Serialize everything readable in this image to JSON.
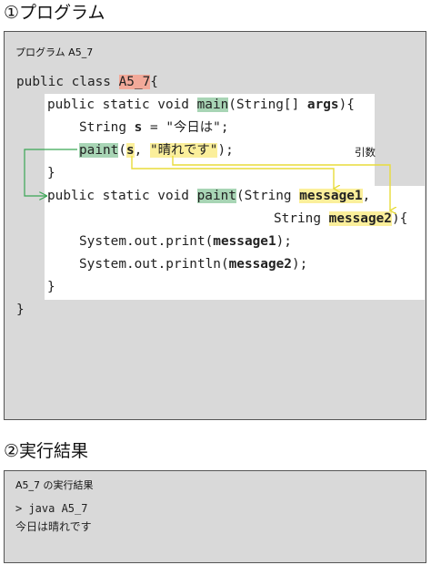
{
  "section1": {
    "heading": "①プログラム",
    "caption": "プログラム A5_7",
    "lines": {
      "l1": [
        "public class ",
        "A5_7",
        "{"
      ],
      "l2": [
        "public static void ",
        "main",
        "(String[] ",
        "args",
        "){"
      ],
      "l3": [
        "String ",
        "s",
        " = \"今日は\";"
      ],
      "l4": [
        "paint",
        "(",
        "s",
        ", ",
        "\"晴れです\"",
        ");"
      ],
      "l5": "}",
      "l6": [
        "public static void ",
        "paint",
        "(String ",
        "message1",
        ","
      ],
      "l7": [
        "String ",
        "message2",
        "){"
      ],
      "l8": [
        "System.out.print(",
        "message1",
        ");"
      ],
      "l9": [
        "System.out.println(",
        "message2",
        ");"
      ],
      "l10": "}",
      "l11": "}"
    },
    "arg_label": "引数"
  },
  "section2": {
    "heading": "②実行結果",
    "caption": "A5_7 の実行結果",
    "command": "> java A5_7",
    "result": "今日は晴れです"
  },
  "colors": {
    "class_highlight": "#f2a999",
    "method_highlight": "#a8d5b5",
    "argument_highlight": "#fbef9b",
    "call_arrow": "#3aa655",
    "argument_arrow": "#e8dc3a",
    "panel_background": "#d9d9d9"
  }
}
